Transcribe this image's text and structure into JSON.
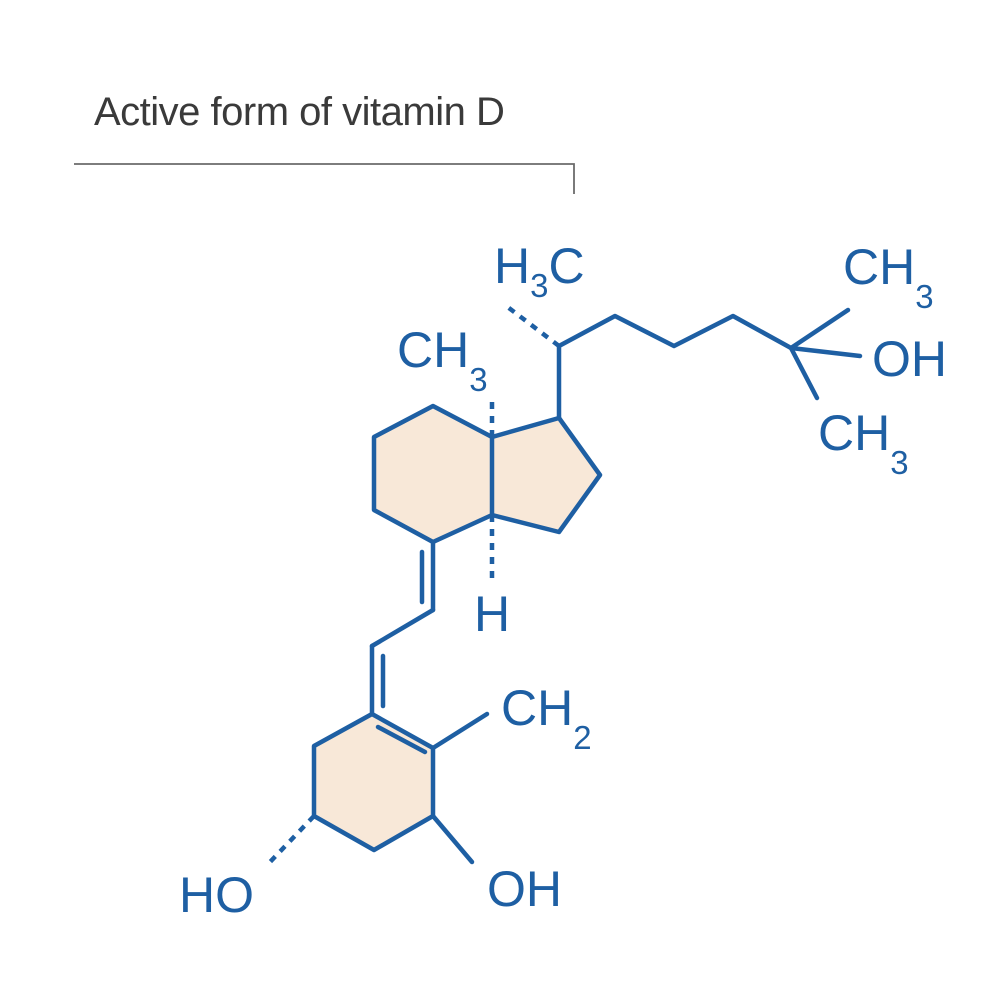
{
  "title": "Active form of vitamin D",
  "colors": {
    "bond": "#1e5fa3",
    "ring_fill": "#f8e8d8",
    "bracket": "#6b6b6b",
    "title_text": "#3a3a3a"
  },
  "labels": {
    "side_chain_methyl": {
      "main": "H",
      "sub": "3",
      "tail": "C"
    },
    "methyl_top_right": {
      "main": "CH",
      "sub": "3"
    },
    "hydroxyl_right": {
      "main": "OH"
    },
    "methyl_bottom_right": {
      "main": "CH",
      "sub": "3"
    },
    "angular_methyl": {
      "main": "CH",
      "sub": "3"
    },
    "ring_junction_h": {
      "main": "H"
    },
    "methylene": {
      "main": "CH",
      "sub": "2"
    },
    "hydroxyl_left": {
      "main": "HO"
    },
    "hydroxyl_bottom": {
      "main": "OH"
    }
  }
}
